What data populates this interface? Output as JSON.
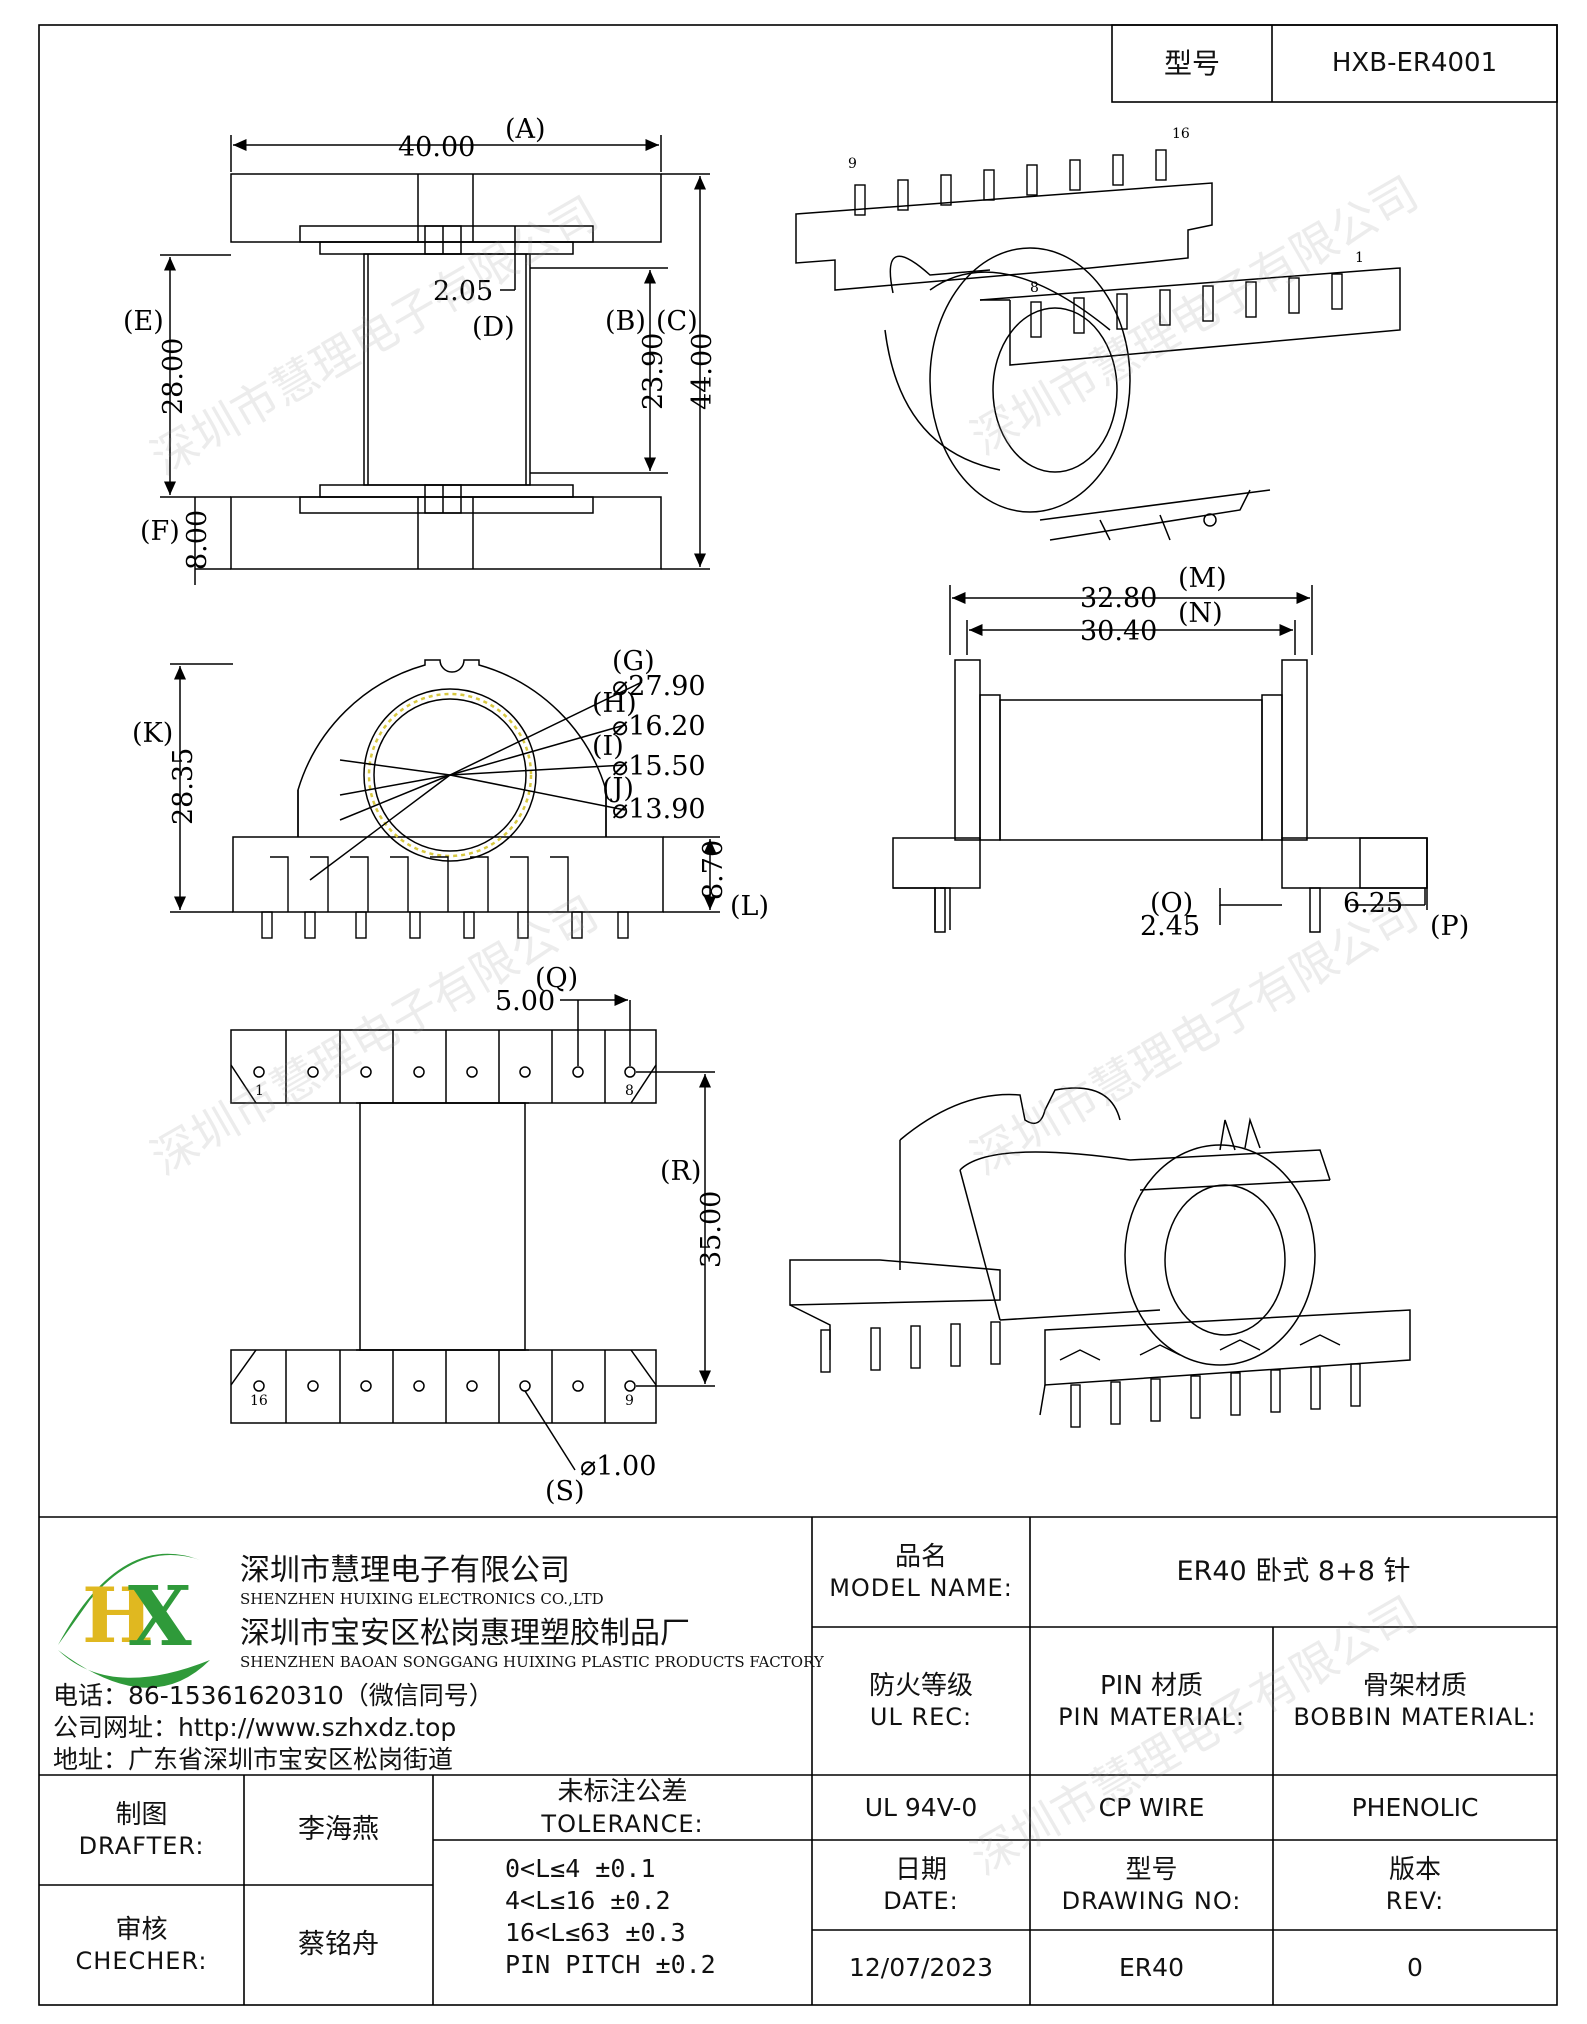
{
  "header": {
    "type_label": "型号",
    "type_value": "HXB-ER4001"
  },
  "dims": {
    "d_A": "40.00",
    "l_A": "(A)",
    "d_D": "2.05",
    "l_D": "(D)",
    "l_E": "(E)",
    "d_E": "28.00",
    "l_B": "(B)",
    "l_C": "(C)",
    "d_B": "23.90",
    "d_C": "44.00",
    "l_F": "(F)",
    "d_F": "8.00",
    "l_G": "(G)",
    "d_G": "⌀27.90",
    "l_H": "(H)",
    "d_H": "⌀16.20",
    "l_I": "(I)",
    "d_I": "⌀15.50",
    "l_J": "(J)",
    "d_J": "⌀13.90",
    "l_K": "(K)",
    "d_K": "28.35",
    "d_L": "8.70",
    "l_L": "(L)",
    "d_M": "32.80",
    "l_M": "(M)",
    "d_N": "30.40",
    "l_N": "(N)",
    "l_O": "(O)",
    "d_O": "2.45",
    "d_P": "6.25",
    "l_P": "(P)",
    "l_Q": "(Q)",
    "d_Q": "5.00",
    "l_R": "(R)",
    "d_R": "35.00",
    "d_S": "⌀1.00",
    "l_S": "(S)",
    "pin_9": "9",
    "pin_16": "16",
    "pin_8": "8",
    "pin_1": "1",
    "pin_b1": "1",
    "pin_b8": "8",
    "pin_b16": "16",
    "pin_b9": "9"
  },
  "company": {
    "logo_text": "HX",
    "name_cn": "深圳市慧理电子有限公司",
    "name_en": "SHENZHEN HUIXING ELECTRONICS CO.,LTD",
    "factory_cn": "深圳市宝安区松岗惠理塑胶制品厂",
    "factory_en": "SHENZHEN BAOAN SONGGANG HUIXING PLASTIC PRODUCTS FACTORY",
    "phone": "电话：86-15361620310（微信同号）",
    "website": "公司网址：http://www.szhxdz.top",
    "address": "地址：广东省深圳市宝安区松岗街道"
  },
  "title_block": {
    "model_cn": "品名",
    "model_en": "MODEL NAME:",
    "model_value": "ER40 卧式 8+8 针",
    "ul_cn": "防火等级",
    "ul_en": "UL REC:",
    "pin_cn": "PIN 材质",
    "pin_en": "PIN MATERIAL:",
    "bobbin_cn": "骨架材质",
    "bobbin_en": "BOBBIN MATERIAL:",
    "ul_value": "UL 94V-0",
    "pin_value": "CP WIRE",
    "bobbin_value": "PHENOLIC",
    "drafter_cn": "制图",
    "drafter_en": "DRAFTER:",
    "drafter_value": "李海燕",
    "checker_cn": "审核",
    "checker_en": "CHECHER:",
    "checker_value": "蔡铭舟",
    "tol_cn": "未标注公差",
    "tol_en": "TOLERANCE:",
    "tol_lines": [
      "0<L≤4  ±0.1",
      "4<L≤16 ±0.2",
      "16<L≤63 ±0.3",
      "PIN PITCH ±0.2"
    ],
    "date_cn": "日期",
    "date_en": "DATE:",
    "date_value": "12/07/2023",
    "dwg_cn": "型号",
    "dwg_en": "DRAWING NO:",
    "dwg_value": "ER40",
    "rev_cn": "版本",
    "rev_en": "REV:",
    "rev_value": "0"
  },
  "watermark": "深圳市慧理电子有限公司"
}
